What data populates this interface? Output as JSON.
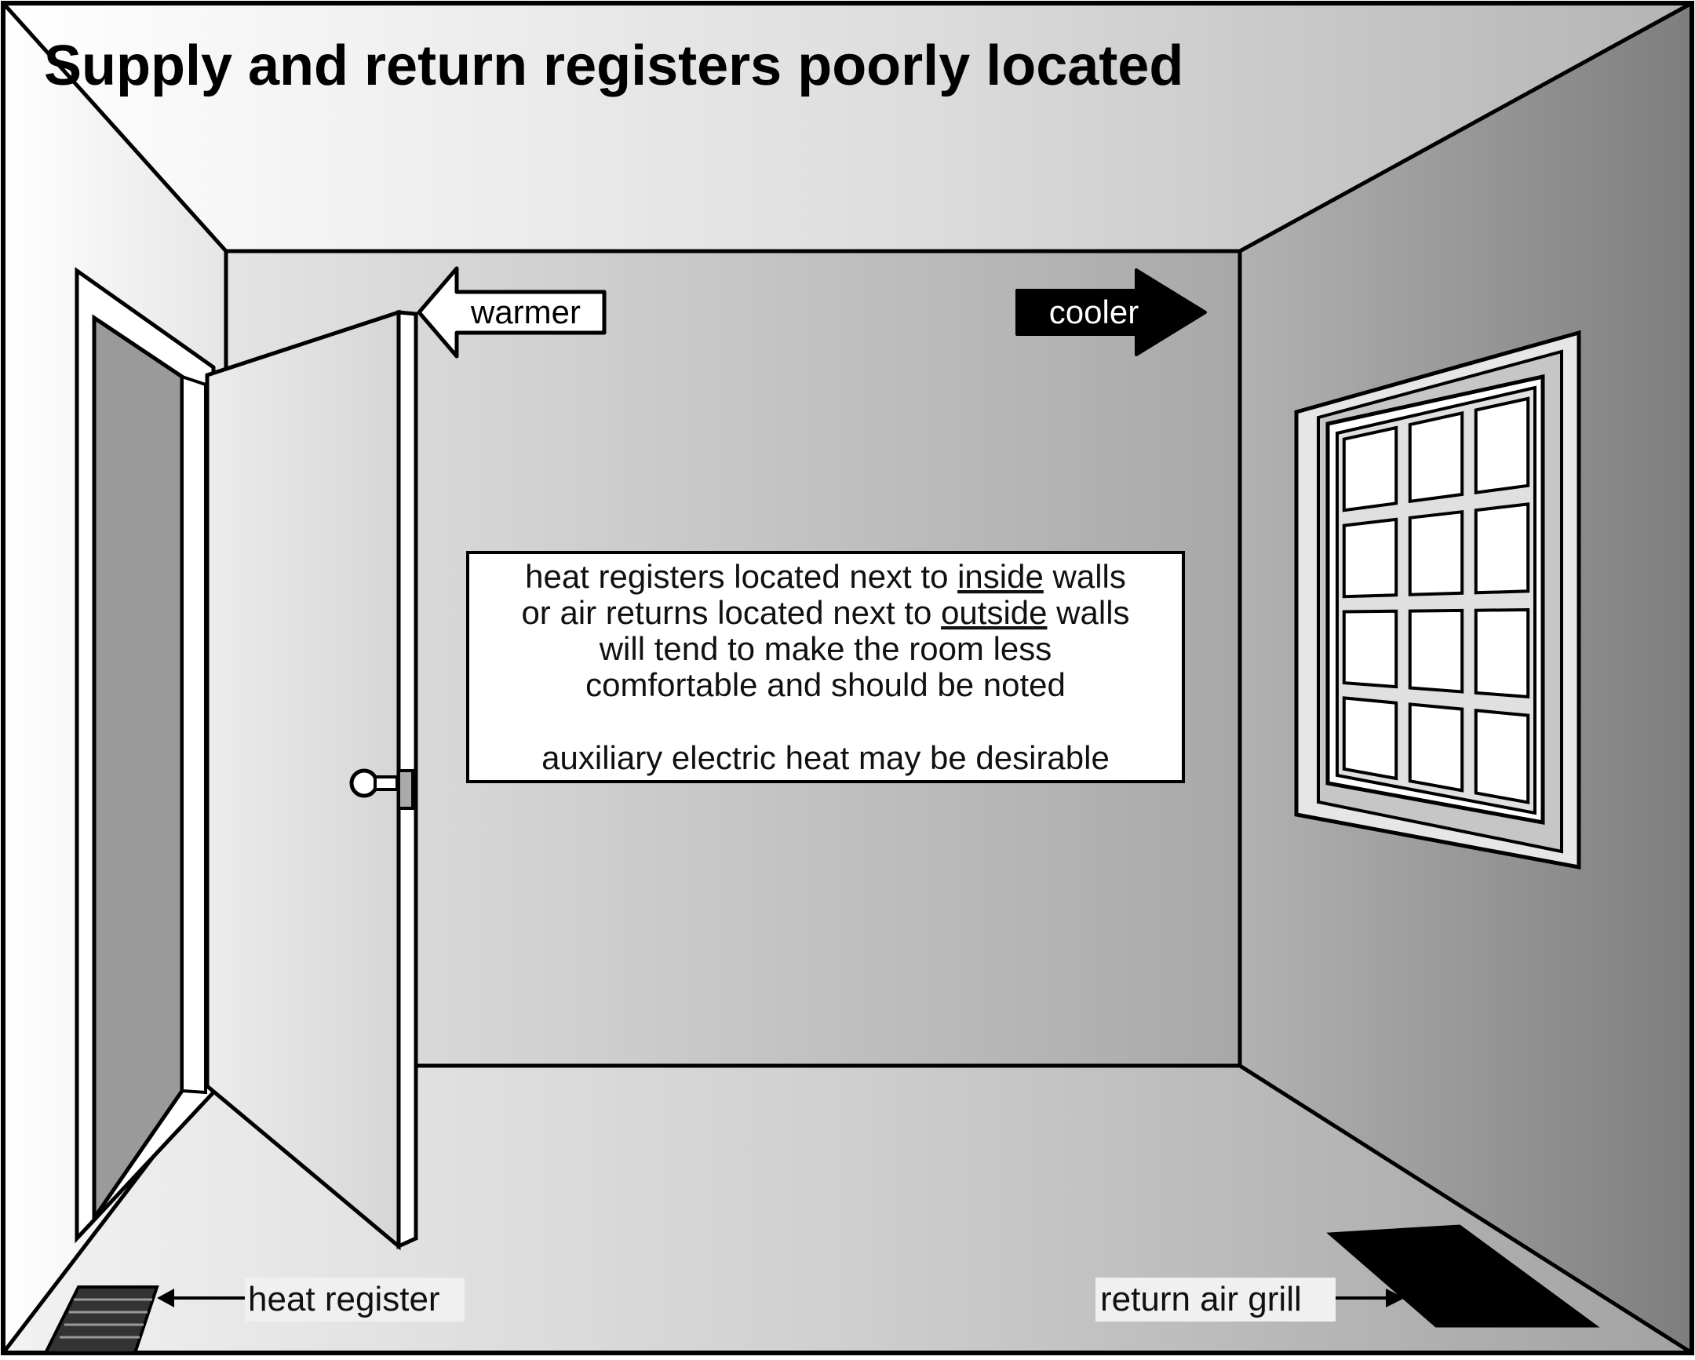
{
  "title": "Supply and return registers poorly located",
  "arrows": {
    "warmer_label": "warmer",
    "cooler_label": "cooler"
  },
  "note": {
    "line1_pre": "heat registers located next to ",
    "line1_emph": "inside",
    "line1_post": " walls",
    "line2_pre": "or air returns located next to ",
    "line2_emph": "outside",
    "line2_post": " walls",
    "line3": "will tend to make the room less",
    "line4": "comfortable and should be noted",
    "line5": "auxiliary electric heat may be desirable"
  },
  "callouts": {
    "heat_register": "heat register",
    "return_air_grill": "return air grill"
  },
  "colors": {
    "outline": "#000000",
    "panel_white": "#ffffff",
    "wall_light": "#e2e2e2",
    "wall_mid": "#b8b8b8",
    "wall_dark": "#8a8a8a",
    "door_panel": "#e0e0e0",
    "opening": "#9a9a9a"
  },
  "icons": [
    "warmer-arrow-icon",
    "cooler-arrow-icon",
    "door-knob-icon",
    "heat-register-icon",
    "return-grill-icon",
    "window-icon"
  ]
}
